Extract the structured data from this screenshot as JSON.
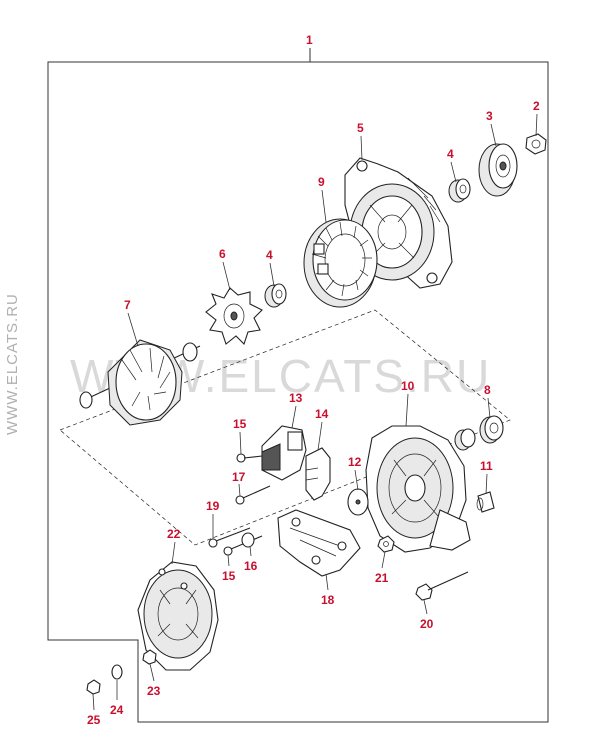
{
  "watermark": {
    "side": "WWW.ELCATS.RU",
    "center": "WWW.ELCATS.RU"
  },
  "callouts": {
    "c1": "1",
    "c2": "2",
    "c3": "3",
    "c4a": "4",
    "c4b": "4",
    "c5": "5",
    "c6": "6",
    "c7": "7",
    "c8": "8",
    "c9": "9",
    "c10": "10",
    "c11": "11",
    "c12": "12",
    "c13": "13",
    "c14": "14",
    "c15a": "15",
    "c15b": "15",
    "c16": "16",
    "c17": "17",
    "c18": "18",
    "c19": "19",
    "c20": "20",
    "c21": "21",
    "c22": "22",
    "c23": "23",
    "c24": "24",
    "c25": "25"
  },
  "colors": {
    "callout": "#c8102e",
    "line": "#222222",
    "watermark": "#d9d9d9"
  }
}
